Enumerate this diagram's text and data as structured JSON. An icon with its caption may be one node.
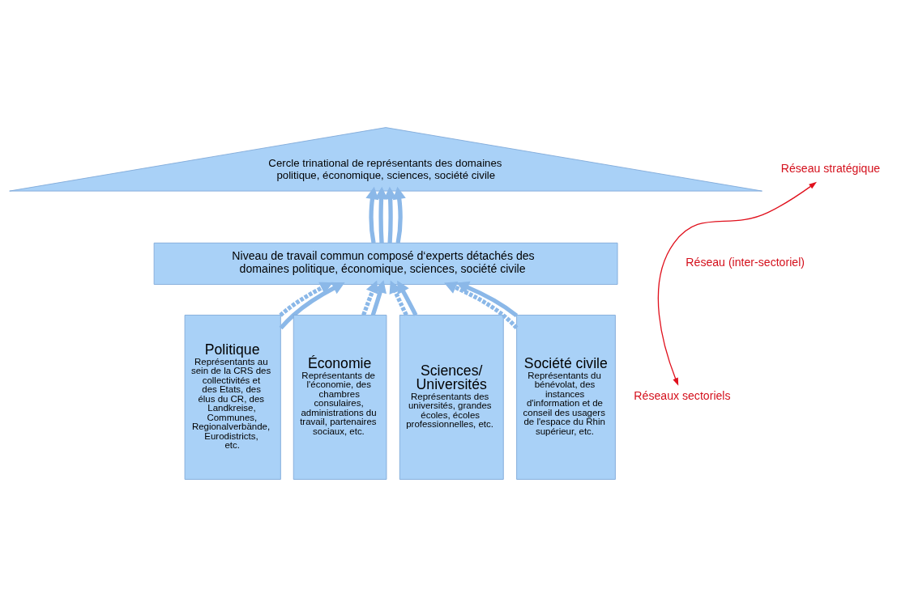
{
  "diagram": {
    "nodes": [
      {
        "text": [
          "Cercle trinational de représentants des domaines politique, économique, sciences, société civile"
        ]
      },
      {
        "text": [
          "Niveau de travail commun composé d‘experts détachés des domaines politique, économique, sciences, société civile"
        ]
      },
      {
        "text": [
          "Politique",
          "Représentants au sein de la CRS des collectivités et des Etats, des élus du CR, des Landkreise, Communes, Regionalverbände, Eurodistricts, etc."
        ]
      },
      {
        "text": [
          "Économie",
          "Représentants de l'économie, des chambres consulaires, administrations du travail, partenaires sociaux, etc."
        ]
      },
      {
        "text": [
          "Sciences/ Universités",
          "Représentants des universités, grandes écoles, écoles professionnelles, etc."
        ]
      },
      {
        "text": [
          "Société civile",
          "Représentants du bénévolat, des instances d'information et de conseil des usagers de l'espace du Rhin supérieur, etc."
        ]
      },
      {
        "text": [
          "Réseau stratégique"
        ]
      },
      {
        "text": [
          "Réseaux sectoriels"
        ]
      }
    ],
    "edges": [
      {
        "from": 1,
        "to": 0,
        "arrow": "to"
      },
      {
        "from": 1,
        "to": 0,
        "arrow": "to"
      },
      {
        "from": 1,
        "to": 0,
        "arrow": "to"
      },
      {
        "from": 1,
        "to": 0,
        "arrow": "to"
      },
      {
        "from": 2,
        "to": 1,
        "arrow": "to",
        "style": "dashed"
      },
      {
        "from": 2,
        "to": 1,
        "arrow": "to"
      },
      {
        "from": 3,
        "to": 1,
        "arrow": "to",
        "style": "dashed"
      },
      {
        "from": 3,
        "to": 1,
        "arrow": "to"
      },
      {
        "from": 4,
        "to": 1,
        "arrow": "to",
        "style": "dashed"
      },
      {
        "from": 4,
        "to": 1,
        "arrow": "to"
      },
      {
        "from": 5,
        "to": 1,
        "arrow": "to",
        "style": "dashed"
      },
      {
        "from": 5,
        "to": 1,
        "arrow": "to"
      },
      {
        "from": 6,
        "to": 7,
        "arrow": "both",
        "color": "#e0101c"
      }
    ],
    "labels": [
      "Réseau (inter-sectoriel)"
    ]
  }
}
